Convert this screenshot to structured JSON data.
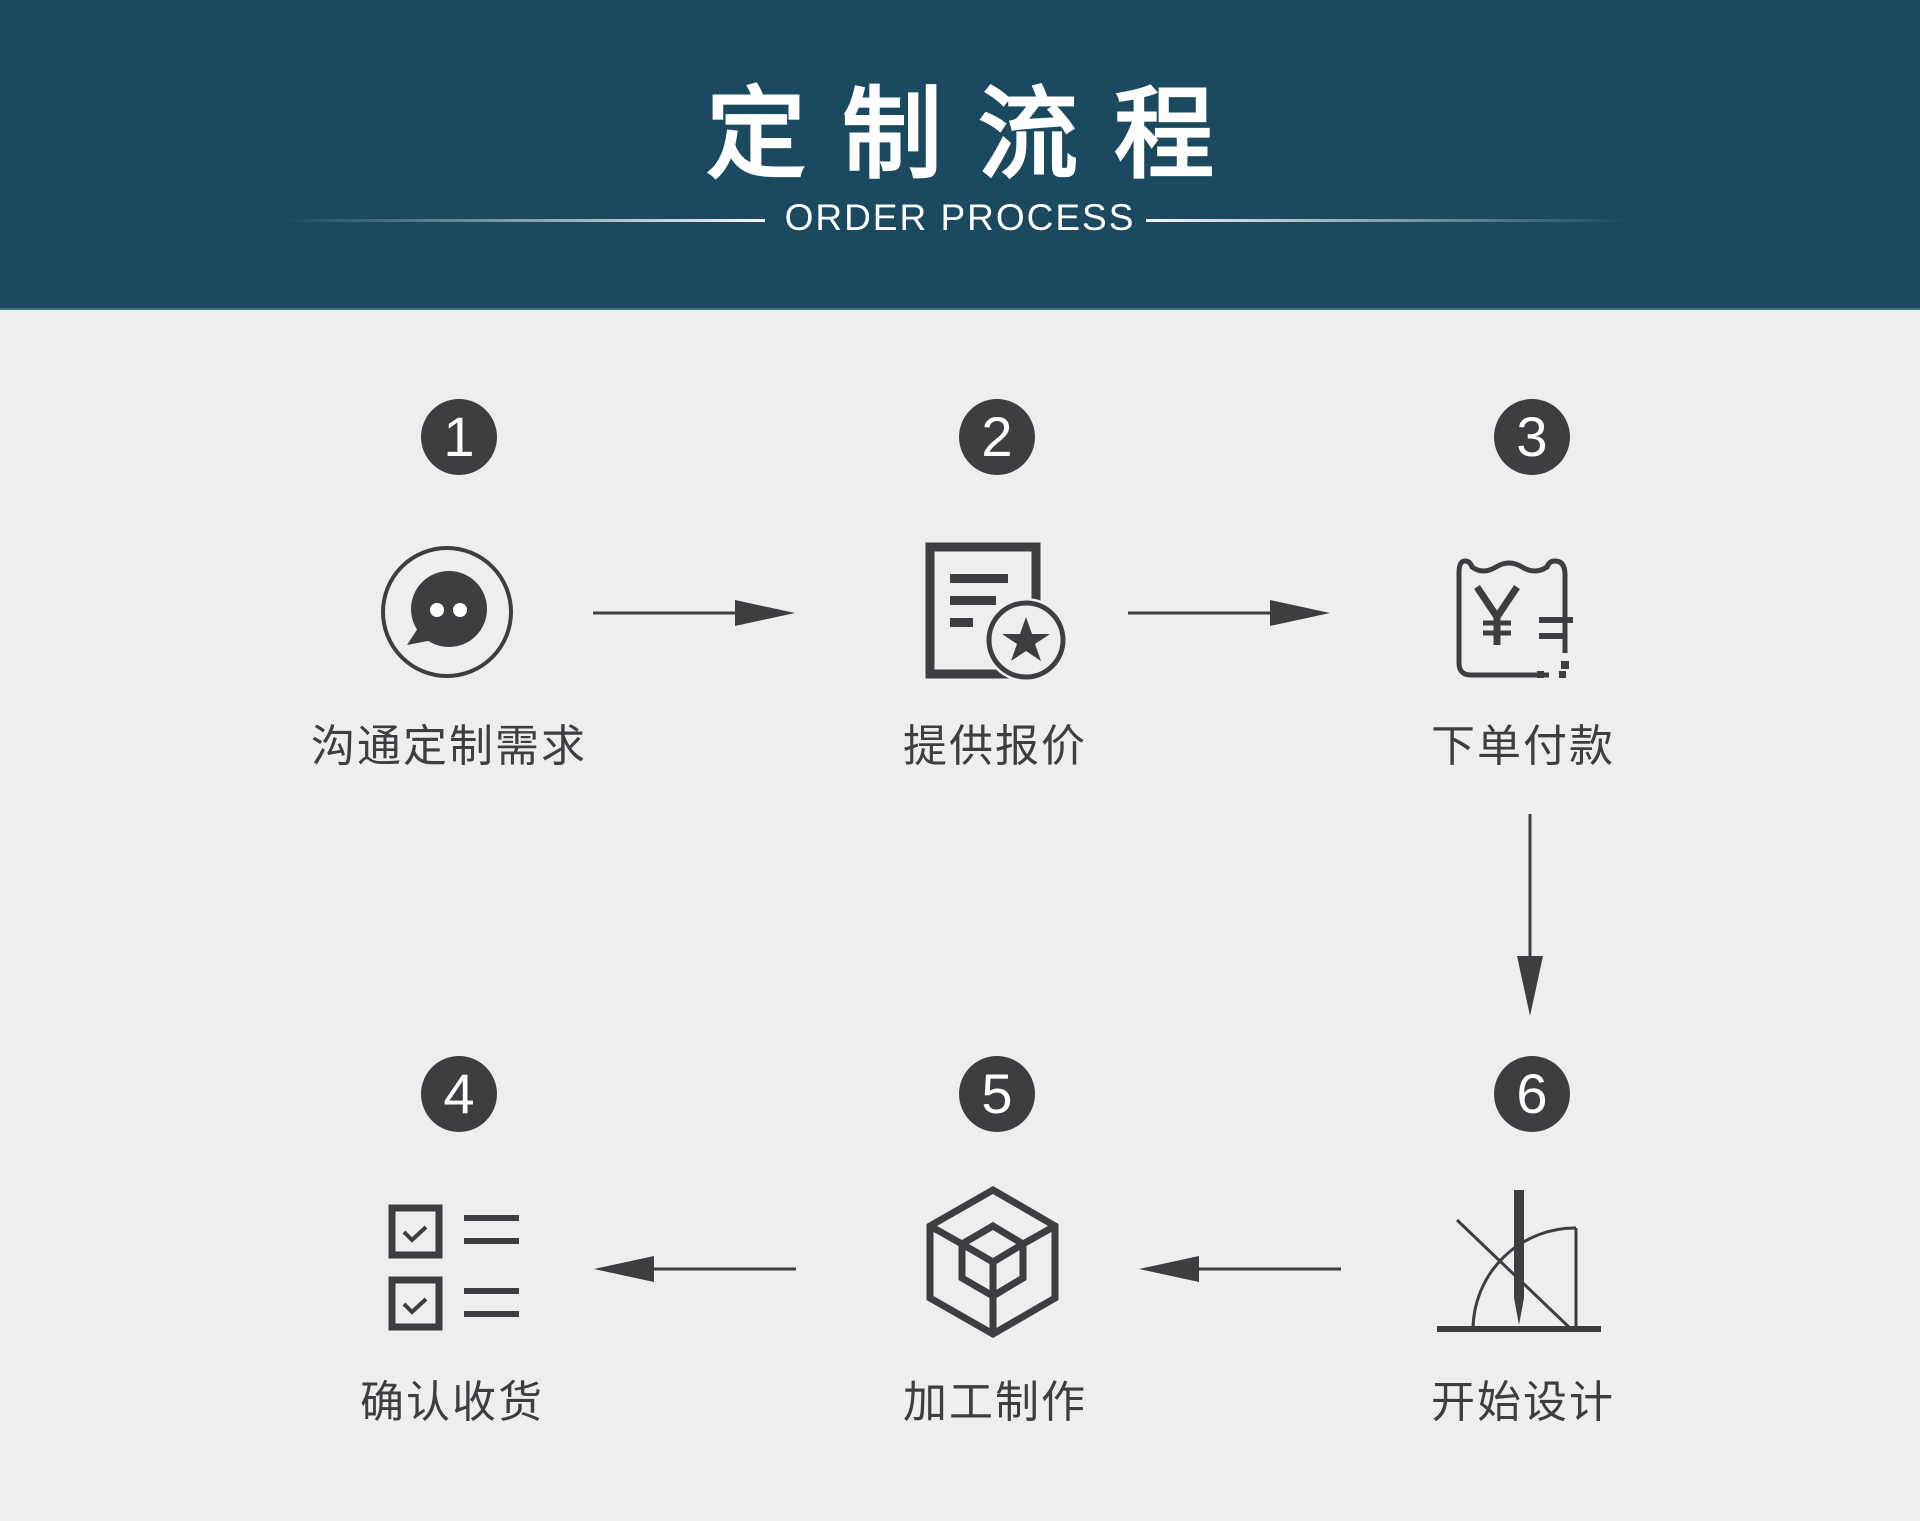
{
  "header": {
    "title": "定制流程",
    "subtitle": "ORDER PROCESS"
  },
  "colors": {
    "header_bg": "#1b4a60",
    "page_bg": "#eeeeee",
    "ink": "#3d3e42",
    "text_on_header": "#ffffff"
  },
  "steps": [
    {
      "number": "1",
      "label": "沟通定制需求",
      "icon": "chat-bubble-icon"
    },
    {
      "number": "2",
      "label": "提供报价",
      "icon": "quote-document-star-icon"
    },
    {
      "number": "3",
      "label": "下单付款",
      "icon": "yuan-receipt-icon"
    },
    {
      "number": "4",
      "label": "确认收货",
      "icon": "checklist-icon"
    },
    {
      "number": "5",
      "label": "加工制作",
      "icon": "cube-icon"
    },
    {
      "number": "6",
      "label": "开始设计",
      "icon": "drafting-pen-protractor-icon"
    }
  ],
  "flow": [
    "1→2",
    "2→3",
    "3→6",
    "6→5",
    "5→4"
  ]
}
